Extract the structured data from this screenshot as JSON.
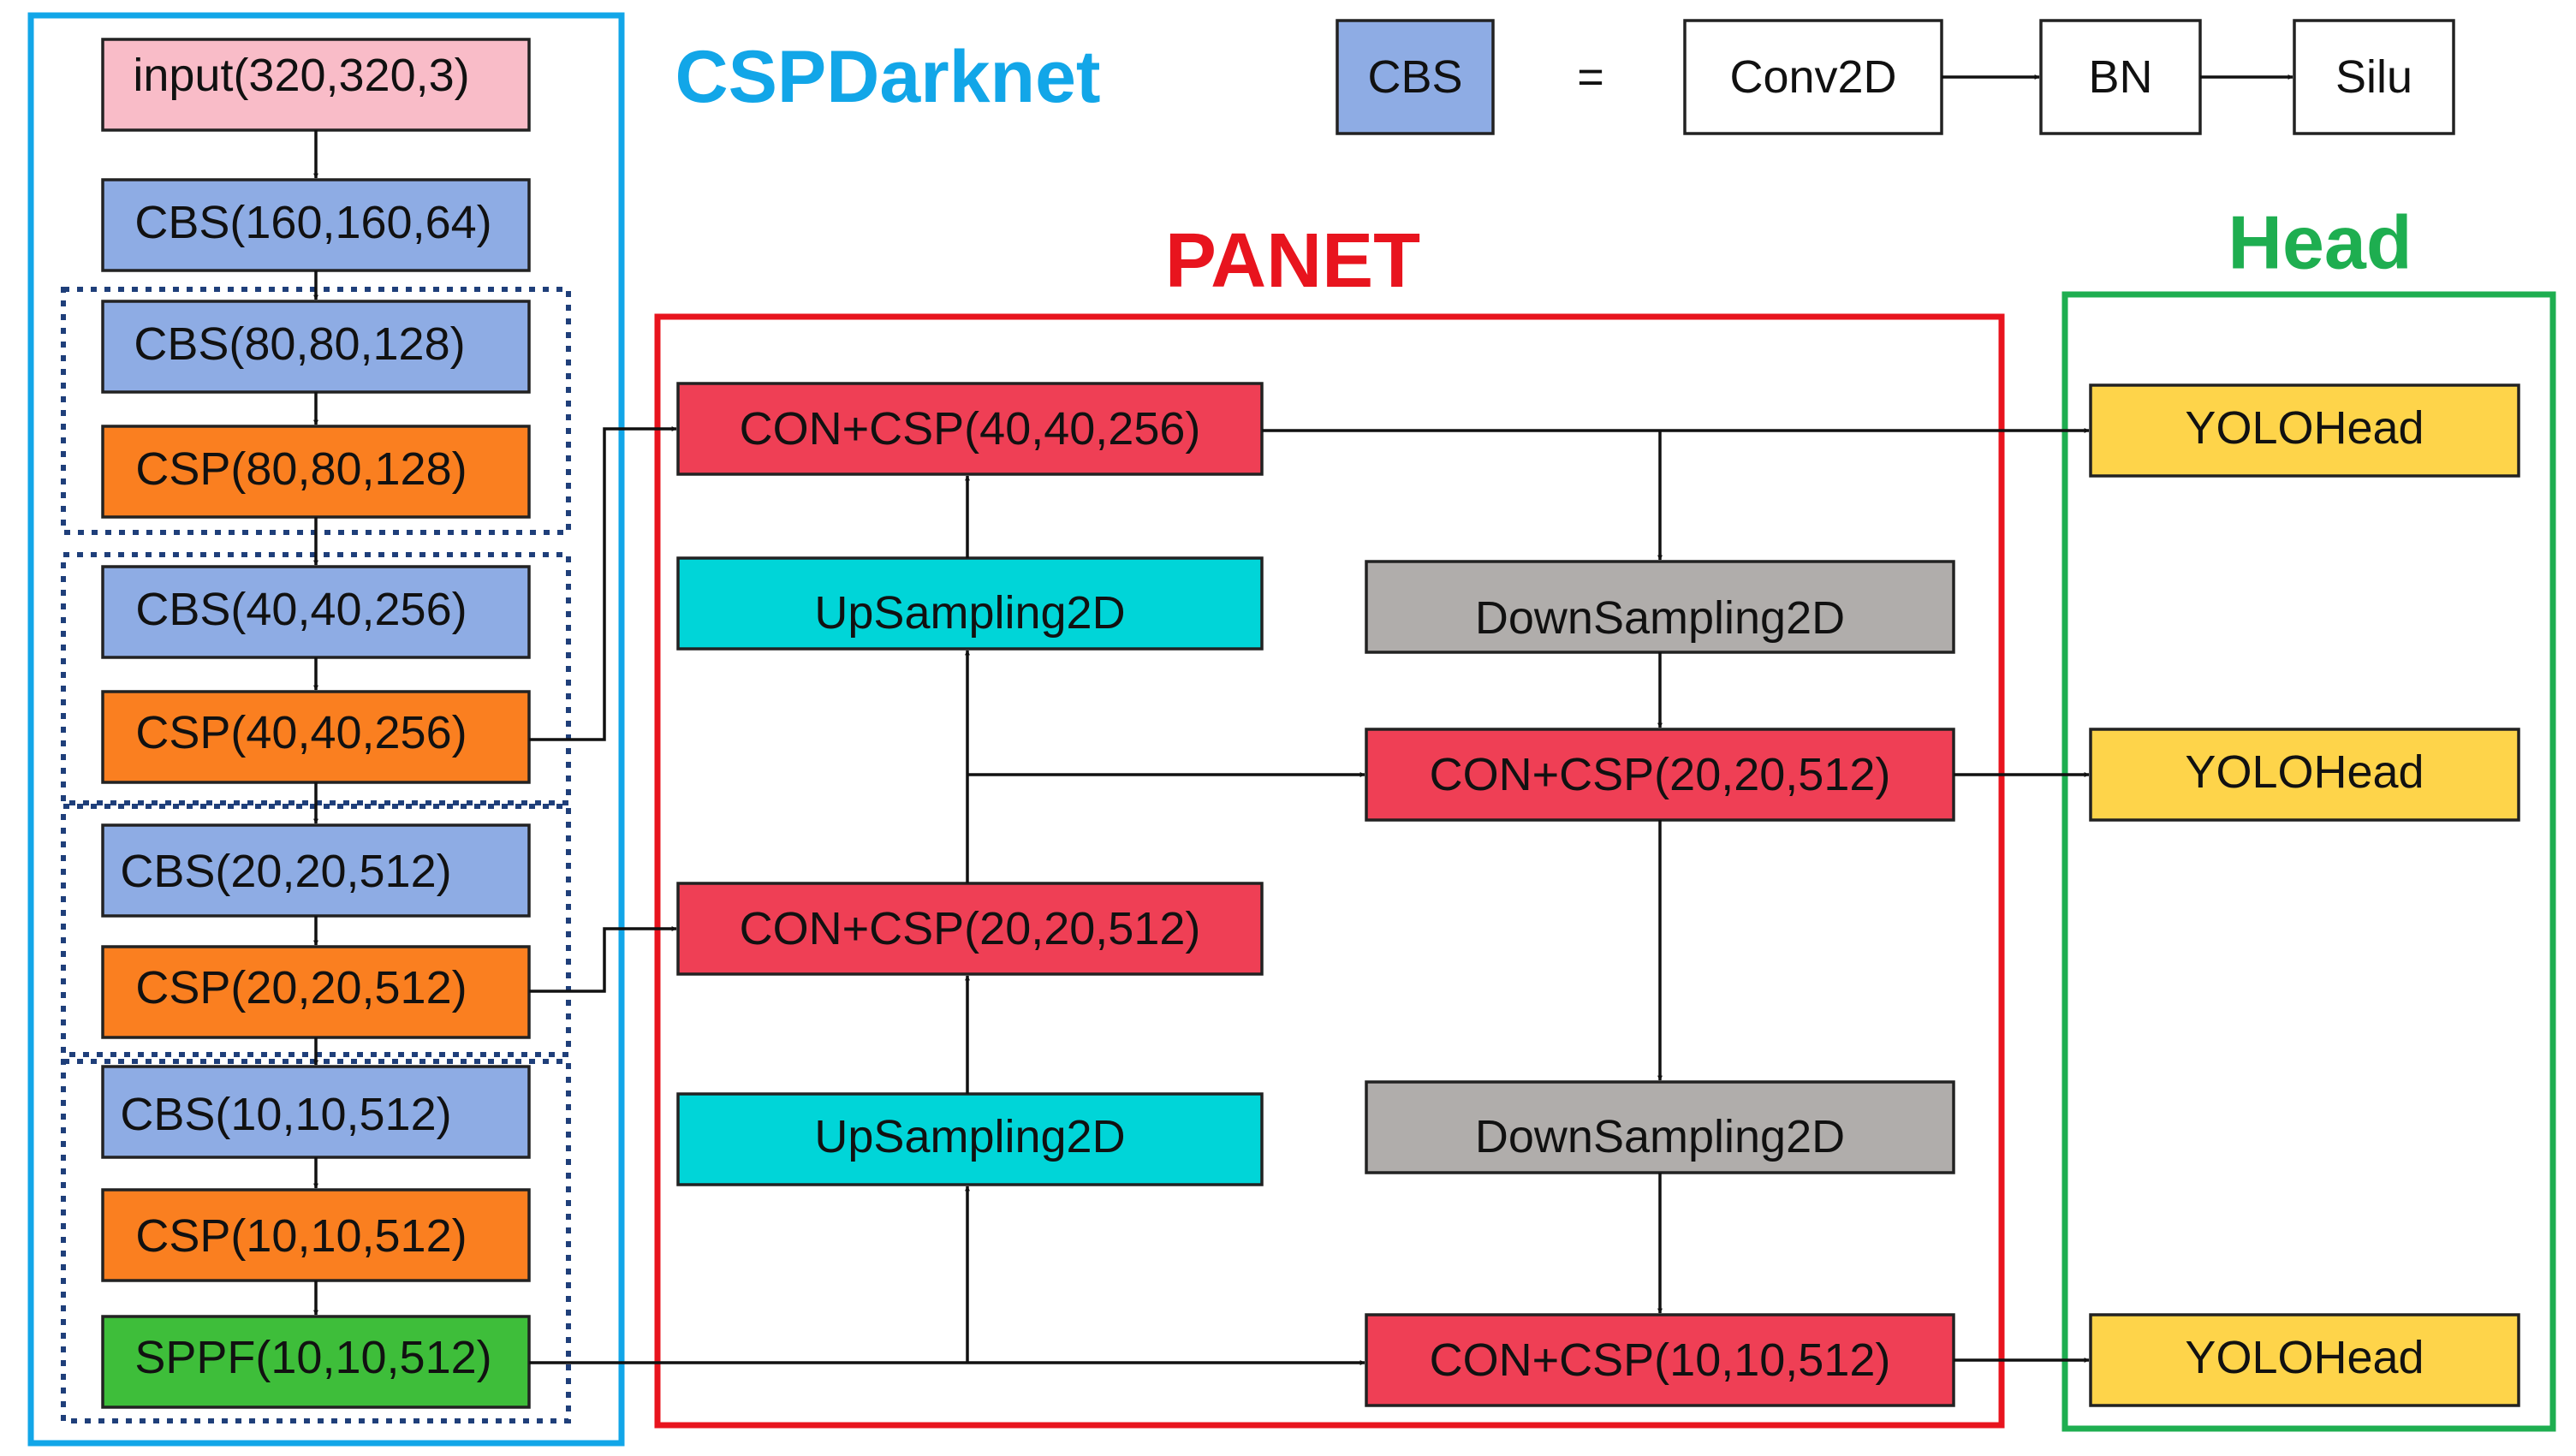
{
  "colors": {
    "input": "#F9BCC8",
    "cbs": "#8EACE4",
    "csp": "#FA7F20",
    "sppf": "#3EBE3A",
    "con_csp": "#EF3F55",
    "upsampling": "#00D5D8",
    "downsampling": "#B0ADAB",
    "yolohead": "#FED44A",
    "white_box": "#FFFFFF",
    "cspdarknet_border": "#12A6E8",
    "panet_border": "#E8141E",
    "head_border": "#1EAE50",
    "stage_border": "#1F3F7A"
  },
  "titles": {
    "cspdarknet": "CSPDarknet",
    "panet": "PANET",
    "head": "Head"
  },
  "legend": {
    "cbs": "CBS",
    "equals": "=",
    "conv2d": "Conv2D",
    "bn": "BN",
    "silu": "Silu"
  },
  "backbone": {
    "input": "input(320,320,3)",
    "cbs1": "CBS(160,160,64)",
    "cbs2": "CBS(80,80,128)",
    "csp2": "CSP(80,80,128)",
    "cbs3": "CBS(40,40,256)",
    "csp3": "CSP(40,40,256)",
    "cbs4": "CBS(20,20,512)",
    "csp4": "CSP(20,20,512)",
    "cbs5": "CBS(10,10,512)",
    "csp5": "CSP(10,10,512)",
    "sppf": "SPPF(10,10,512)"
  },
  "panet": {
    "con_csp_top": "CON+CSP(40,40,256)",
    "upsampling_top": "UpSampling2D",
    "con_csp_mid_left": "CON+CSP(20,20,512)",
    "upsampling_bottom": "UpSampling2D",
    "downsampling_top": "DownSampling2D",
    "con_csp_mid_right": "CON+CSP(20,20,512)",
    "downsampling_bottom": "DownSampling2D",
    "con_csp_bottom": "CON+CSP(10,10,512)"
  },
  "head": {
    "yolohead_1": "YOLOHead",
    "yolohead_2": "YOLOHead",
    "yolohead_3": "YOLOHead"
  }
}
